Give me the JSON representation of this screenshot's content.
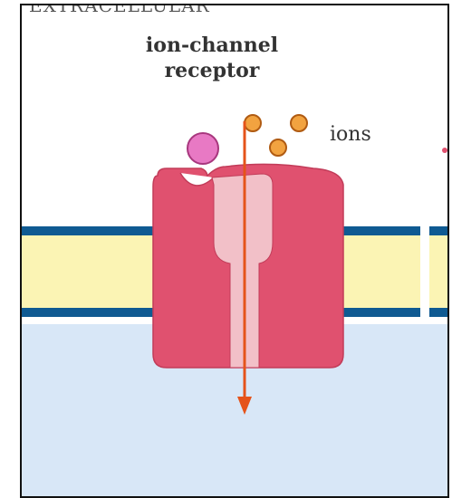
{
  "header": {
    "cut_text": "EXTRACELLULAR"
  },
  "labels": {
    "receptor_line1": "ion-channel",
    "receptor_line2": "receptor",
    "ions": "ions"
  },
  "colors": {
    "extracellular": "#ffffff",
    "cytoplasm": "#d8e7f7",
    "membrane_core": "#fbf4b4",
    "membrane_edge": "#0f5a92",
    "receptor_body": "#e0516f",
    "channel_pore": "#f2c0c8",
    "ligand": "#e879c4",
    "ion": "#f2a340",
    "arrow": "#e5531a"
  }
}
